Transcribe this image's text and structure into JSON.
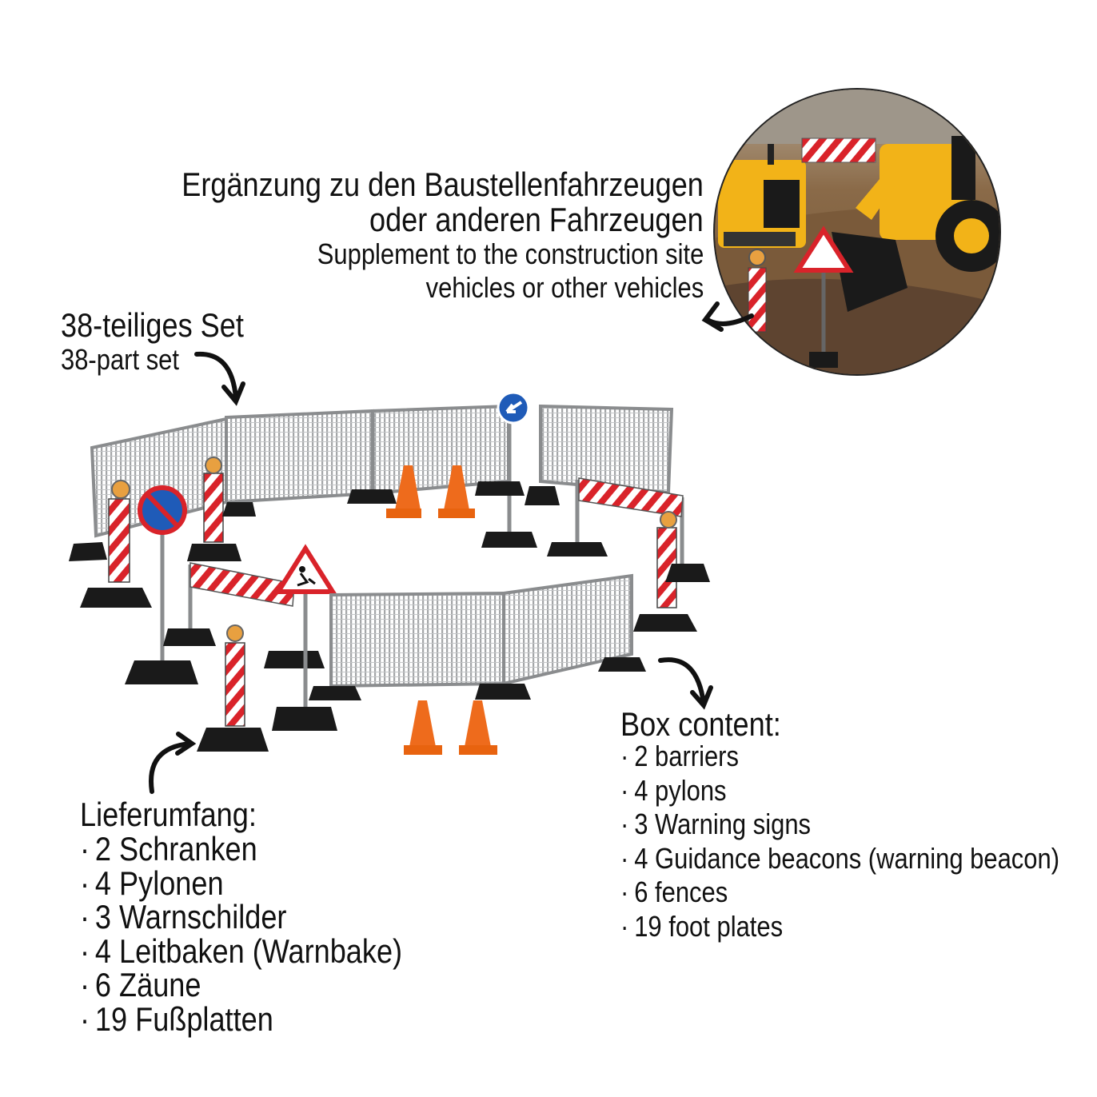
{
  "supplement": {
    "de_line1": "Ergänzung zu den Baustellenfahrzeugen",
    "de_line2": "oder anderen Fahrzeugen",
    "en_line1": "Supplement to the construction site",
    "en_line2": "vehicles or other vehicles"
  },
  "set": {
    "de": "38-teiliges Set",
    "en": "38-part set"
  },
  "contents_de": {
    "heading": "Lieferumfang:",
    "bullet": "·",
    "items": [
      "2 Schranken",
      "4 Pylonen",
      "3 Warnschilder",
      "4 Leitbaken (Warnbake)",
      "6 Zäune",
      "19 Fußplatten"
    ]
  },
  "contents_en": {
    "heading": "Box content:",
    "bullet": "·",
    "items": [
      "2 barriers",
      "4 pylons",
      "3 Warning signs",
      "4 Guidance beacons (warning beacon)",
      "6 fences",
      "19 foot plates"
    ]
  },
  "colors": {
    "text": "#111111",
    "fence": "#a4a6a8",
    "cone": "#ee6b1c",
    "barrier_red": "#d9232a",
    "sign_blue": "#1f5bb8",
    "base": "#1a1a1a",
    "vehicle_yellow": "#f2b318",
    "dirt": "#8a6a48"
  }
}
